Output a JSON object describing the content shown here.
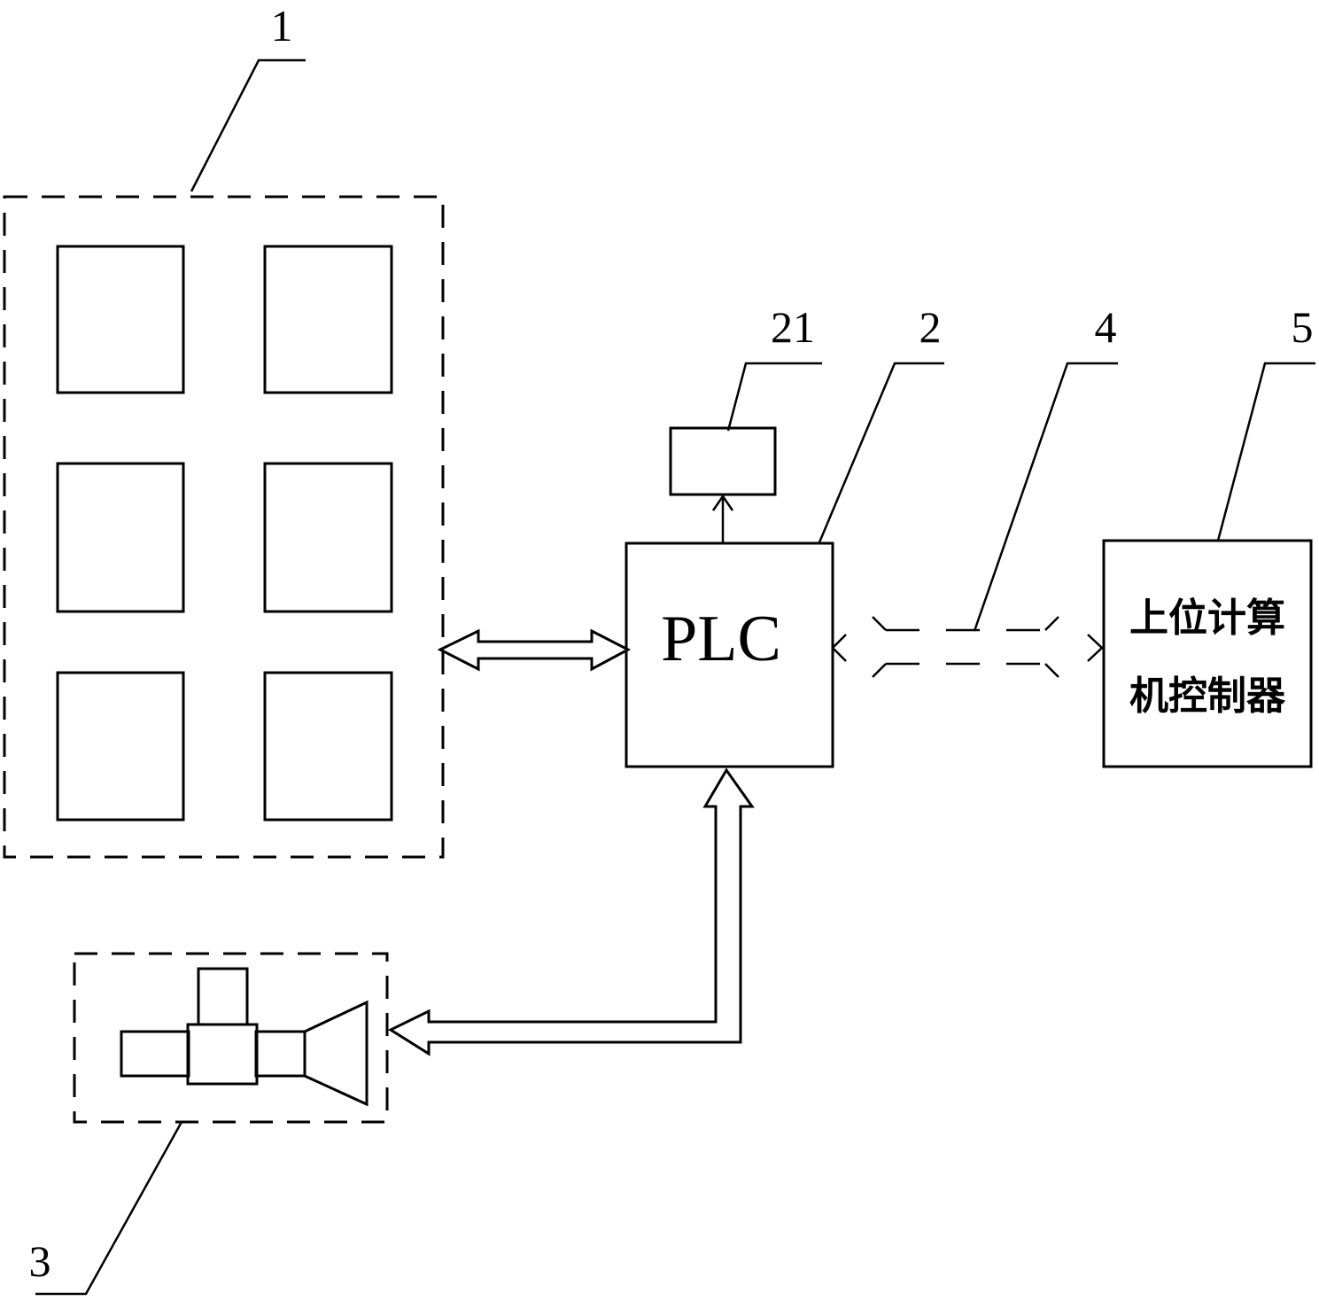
{
  "labels": {
    "group1": "1",
    "plc_ref": "2",
    "device3": "3",
    "link4": "4",
    "host5": "5",
    "module21": "21"
  },
  "plc": {
    "text": "PLC"
  },
  "host": {
    "line1": "上位计算",
    "line2": "机控制器"
  },
  "colors": {
    "stroke": "#000000",
    "background": "#ffffff"
  },
  "icons": [
    "camera-device-icon"
  ]
}
